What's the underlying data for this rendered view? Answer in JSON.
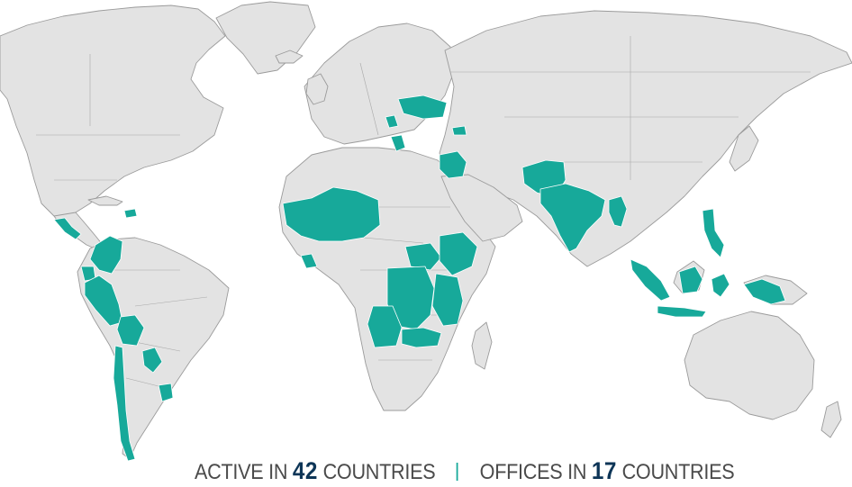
{
  "map": {
    "colors": {
      "land": "#e3e3e3",
      "land_border": "#9b9b9b",
      "active_country": "#17a99a",
      "caption_text": "#4b4b4b",
      "caption_number": "#0d3557",
      "separator": "#17a99a"
    },
    "highlighted_regions": [
      "Central America",
      "Haiti",
      "Colombia",
      "Ecuador",
      "Peru",
      "Bolivia",
      "Chile",
      "Paraguay",
      "Uruguay",
      "West Africa",
      "Sierra Leone",
      "South Sudan",
      "Ethiopia",
      "Central Africa",
      "East Africa",
      "Angola",
      "Zambia",
      "Ukraine",
      "Balkans",
      "Greece",
      "Georgia",
      "Iraq",
      "Afghanistan",
      "Pakistan",
      "India",
      "Myanmar",
      "Philippines",
      "Indonesia",
      "Papua New Guinea"
    ]
  },
  "caption": {
    "active_prefix": "ACTIVE IN",
    "active_count": "42",
    "active_suffix": "COUNTRIES",
    "offices_prefix": "OFFICES IN",
    "offices_count": "17",
    "offices_suffix": "COUNTRIES"
  }
}
